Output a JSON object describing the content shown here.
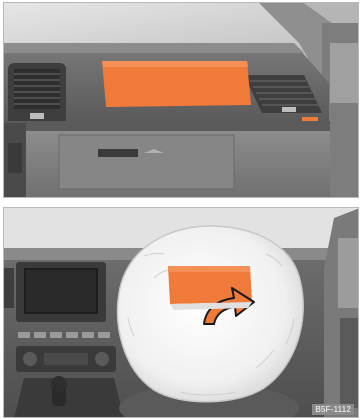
{
  "figure": {
    "top_panel": {
      "subject": "passenger-front-airbag-location",
      "highlight_color": "#f07a3a"
    },
    "bottom_panel": {
      "subject": "front-airbag-deployed",
      "highlight_color": "#f07a3a",
      "reference_code": "B5F-1112"
    }
  },
  "colors": {
    "dashboard_dark": "#4a4a4a",
    "dashboard_mid": "#6e6e6e",
    "dashboard_light": "#9a9a9a",
    "windshield": "#d4d4d4",
    "airbag_fabric": "#f2f2f2"
  }
}
